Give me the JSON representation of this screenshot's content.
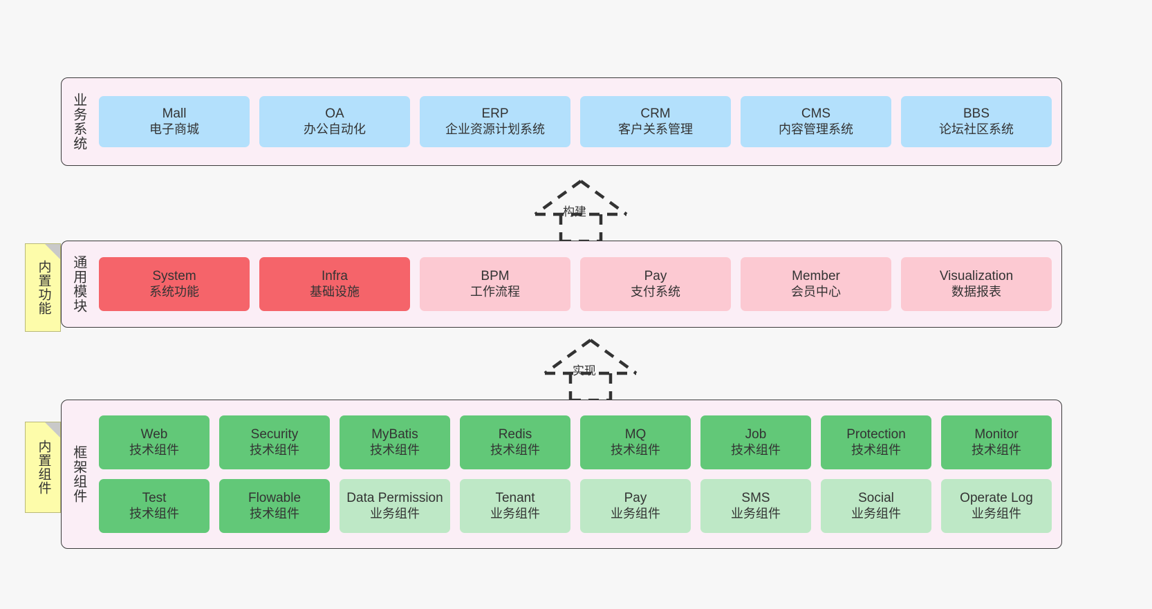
{
  "canvas": {
    "background": "#f7f7f7",
    "band_fill": "#fbeef6",
    "band_border": "#3a3a3a"
  },
  "notes": [
    {
      "id": "builtin-feature",
      "text": "内置功能"
    },
    {
      "id": "builtin-component",
      "text": "内置组件"
    }
  ],
  "arrows": [
    {
      "id": "build",
      "label": "构建",
      "style": "dashed-hollow-triangle",
      "direction": "up"
    },
    {
      "id": "impl",
      "label": "实现",
      "style": "dashed-hollow-triangle",
      "direction": "up"
    }
  ],
  "layers": {
    "business": {
      "title": "业务系统",
      "color": "#b3e0fc",
      "cards": [
        {
          "en": "Mall",
          "cn": "电子商城"
        },
        {
          "en": "OA",
          "cn": "办公自动化"
        },
        {
          "en": "ERP",
          "cn": "企业资源计划系统"
        },
        {
          "en": "CRM",
          "cn": "客户关系管理"
        },
        {
          "en": "CMS",
          "cn": "内容管理系统"
        },
        {
          "en": "BBS",
          "cn": "论坛社区系统"
        }
      ]
    },
    "modules": {
      "title": "通用模块",
      "color_strong": "#f5646a",
      "color_light": "#fcc9d2",
      "cards": [
        {
          "en": "System",
          "cn": "系统功能",
          "variant": "strong-red"
        },
        {
          "en": "Infra",
          "cn": "基础设施",
          "variant": "strong-red"
        },
        {
          "en": "BPM",
          "cn": "工作流程",
          "variant": "light-red"
        },
        {
          "en": "Pay",
          "cn": "支付系统",
          "variant": "light-red"
        },
        {
          "en": "Member",
          "cn": "会员中心",
          "variant": "light-red"
        },
        {
          "en": "Visualization",
          "cn": "数据报表",
          "variant": "light-red"
        }
      ]
    },
    "framework": {
      "title": "框架组件",
      "color_tech": "#62c878",
      "color_biz": "#bee8c6",
      "row1": [
        {
          "en": "Web",
          "cn": "技术组件",
          "variant": "tech"
        },
        {
          "en": "Security",
          "cn": "技术组件",
          "variant": "tech"
        },
        {
          "en": "MyBatis",
          "cn": "技术组件",
          "variant": "tech"
        },
        {
          "en": "Redis",
          "cn": "技术组件",
          "variant": "tech"
        },
        {
          "en": "MQ",
          "cn": "技术组件",
          "variant": "tech"
        },
        {
          "en": "Job",
          "cn": "技术组件",
          "variant": "tech"
        },
        {
          "en": "Protection",
          "cn": "技术组件",
          "variant": "tech"
        },
        {
          "en": "Monitor",
          "cn": "技术组件",
          "variant": "tech"
        }
      ],
      "row2": [
        {
          "en": "Test",
          "cn": "技术组件",
          "variant": "tech"
        },
        {
          "en": "Flowable",
          "cn": "技术组件",
          "variant": "tech"
        },
        {
          "en": "Data Permission",
          "cn": "业务组件",
          "variant": "biz"
        },
        {
          "en": "Tenant",
          "cn": "业务组件",
          "variant": "biz"
        },
        {
          "en": "Pay",
          "cn": "业务组件",
          "variant": "biz"
        },
        {
          "en": "SMS",
          "cn": "业务组件",
          "variant": "biz"
        },
        {
          "en": "Social",
          "cn": "业务组件",
          "variant": "biz"
        },
        {
          "en": "Operate Log",
          "cn": "业务组件",
          "variant": "biz"
        }
      ]
    }
  }
}
